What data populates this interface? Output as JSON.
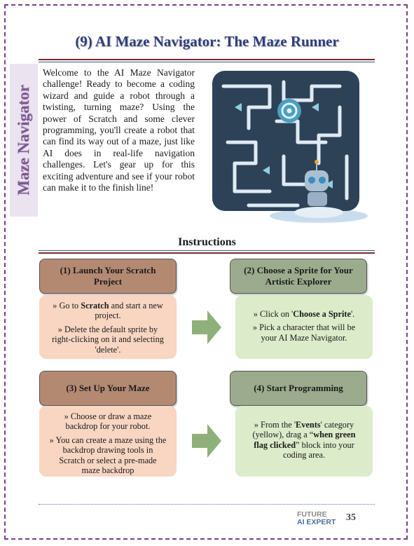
{
  "title": "(9) AI Maze Navigator: The Maze Runner",
  "side_tab": "Maze Navigator",
  "intro": "Welcome to the AI Maze Navigator challenge! Ready to become a coding wizard and guide a robot through a twisting, turning maze? Using the power of Scratch and some clever programming, you'll create a robot that can find its way out of a maze, just like AI does in real-life navigation challenges. Let's gear up for this exciting adventure and see if your robot can make it to the finish line!",
  "instructions_heading": "Instructions",
  "steps": [
    {
      "title": "(1) Launch Your Scratch Project",
      "bullets": [
        {
          "pre": "» Go to ",
          "bold": "Scratch",
          "post": " and start a new project."
        },
        {
          "pre": "» Delete the default sprite by right-clicking on it and selecting 'delete'.",
          "bold": "",
          "post": ""
        }
      ]
    },
    {
      "title": "(2) Choose a Sprite for Your Artistic Explorer",
      "bullets": [
        {
          "pre": "» Click on '",
          "bold": "Choose a Sprite",
          "post": "'."
        },
        {
          "pre": "» Pick a character that will be your AI Maze Navigator.",
          "bold": "",
          "post": ""
        }
      ]
    },
    {
      "title": "(3) Set Up Your Maze",
      "bullets": [
        {
          "pre": "» Choose or draw a maze backdrop for your robot.",
          "bold": "",
          "post": ""
        },
        {
          "pre": "» You can create a maze using the backdrop drawing tools in Scratch or select a pre-made maze backdrop",
          "bold": "",
          "post": ""
        }
      ]
    },
    {
      "title": "(4) Start Programming",
      "bullets": [
        {
          "pre": "» From the '",
          "bold": "Events",
          "post": "' category (yellow), drag a “"
        },
        {
          "pre": "",
          "bold": "when green flag clicked",
          "post": "” block into your coding area."
        }
      ]
    }
  ],
  "brand": {
    "line1": "FUTURE",
    "line2": "AI EXPERT"
  },
  "page_number": "35",
  "colors": {
    "title": "#2f3f7a",
    "side_tab_text": "#7b5a92",
    "step_head_brown": "#b48972",
    "step_head_green": "#9cab8d",
    "step_body_peach": "#f8d6c2",
    "step_body_green": "#dcebc9",
    "arrow": "#8fb07a"
  }
}
